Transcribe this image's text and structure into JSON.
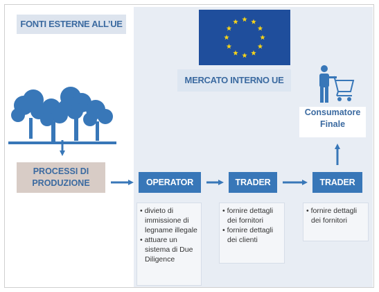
{
  "external_label": "FONTI ESTERNE ALL’UE",
  "internal_label": "MERCATO INTERNO UE",
  "production_label": [
    "PROCESSI DI",
    "PRODUZIONE"
  ],
  "operator_label": "OPERATOR",
  "trader1_label": "TRADER",
  "trader2_label": "TRADER",
  "consumer_label": [
    "Consumatore",
    "Finale"
  ],
  "operator_notes": [
    "• divieto di immissione di legname illegale",
    "• attuare un sistema di Due Diligence"
  ],
  "trader1_notes": [
    "• fornire dettagli dei fornitori",
    "• fornire dettagli dei clienti"
  ],
  "trader2_notes": [
    "• fornire dettagli dei fornitori"
  ],
  "colors": {
    "accent_blue": "#3877b8",
    "eu_blue": "#1f4e9c",
    "eu_star": "#f5d31a",
    "tree": "#3877b8"
  },
  "icons": [
    "eu-flag-icon",
    "trees-icon",
    "shopper-cart-icon",
    "arrow-right-icon",
    "arrow-down-icon",
    "arrow-up-icon"
  ]
}
